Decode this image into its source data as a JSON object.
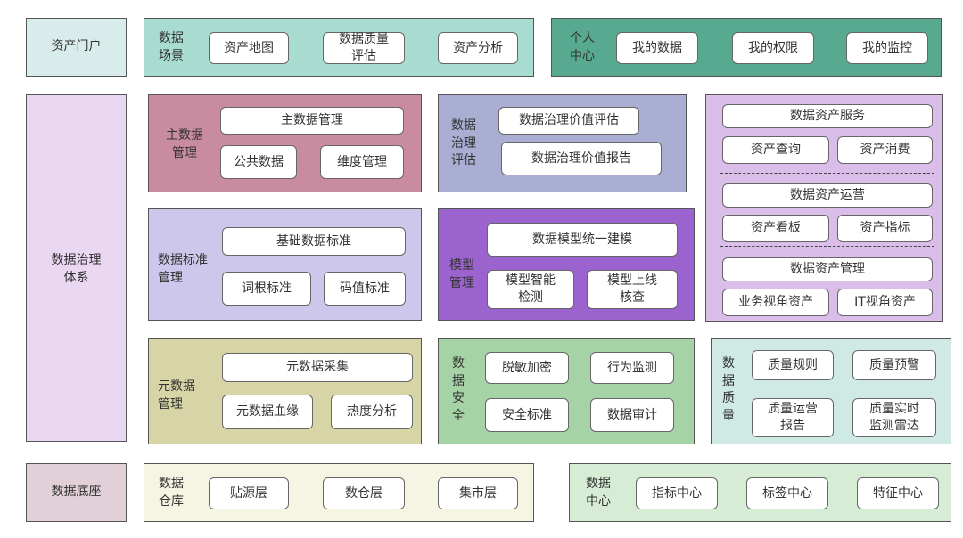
{
  "left": {
    "portal": "资产门户",
    "governance": "数据治理\n体系",
    "base": "数据底座"
  },
  "top": {
    "scene_label": "数据\n场景",
    "scene_items": [
      "资产地图",
      "数据质量\n评估",
      "资产分析"
    ],
    "personal_label": "个人\n中心",
    "personal_items": [
      "我的数据",
      "我的权限",
      "我的监控"
    ]
  },
  "master": {
    "label": "主数据\n管理",
    "top_item": "主数据管理",
    "items": [
      "公共数据",
      "维度管理"
    ]
  },
  "evaluation": {
    "label": "数据\n治理\n评估",
    "items": [
      "数据治理价值评估",
      "数据治理价值报告"
    ]
  },
  "asset_panel": {
    "service": "数据资产服务",
    "service_items": [
      "资产查询",
      "资产消费"
    ],
    "operation": "数据资产运营",
    "operation_items": [
      "资产看板",
      "资产指标"
    ],
    "management": "数据资产管理",
    "management_items": [
      "业务视角资产",
      "IT视角资产"
    ]
  },
  "standard": {
    "label": "数据标准\n管理",
    "top_item": "基础数据标准",
    "items": [
      "词根标准",
      "码值标准"
    ]
  },
  "model": {
    "label": "模型\n管理",
    "top_item": "数据模型统一建模",
    "items": [
      "模型智能\n检测",
      "模型上线\n核查"
    ]
  },
  "metadata": {
    "label": "元数据\n管理",
    "top_item": "元数据采集",
    "items": [
      "元数据血缘",
      "热度分析"
    ]
  },
  "security": {
    "label": "数\n据\n安\n全",
    "items": [
      "脱敏加密",
      "行为监测",
      "安全标准",
      "数据审计"
    ]
  },
  "quality": {
    "label": "数\n据\n质\n量",
    "items": [
      "质量规则",
      "质量预警",
      "质量运营\n报告",
      "质量实时\n监测雷达"
    ]
  },
  "bottom": {
    "warehouse_label": "数据\n仓库",
    "warehouse_items": [
      "贴源层",
      "数仓层",
      "集市层"
    ],
    "center_label": "数据\n中心",
    "center_items": [
      "指标中心",
      "标签中心",
      "特征中心"
    ]
  },
  "colors": {
    "portal_left": "#d8ecec",
    "scene": "#a9dcd0",
    "personal": "#57aa8f",
    "governance_left": "#ead7f1",
    "master": "#c98ba0",
    "evaluation": "#aaaed3",
    "asset": "#dbbde9",
    "standard": "#cdc8eb",
    "model": "#9b63cd",
    "metadata": "#d7d5a6",
    "security": "#a6d3a6",
    "quality": "#cfe9e4",
    "base_left": "#e1d0d8",
    "warehouse": "#f6f4e2",
    "center": "#d6ecd4"
  }
}
